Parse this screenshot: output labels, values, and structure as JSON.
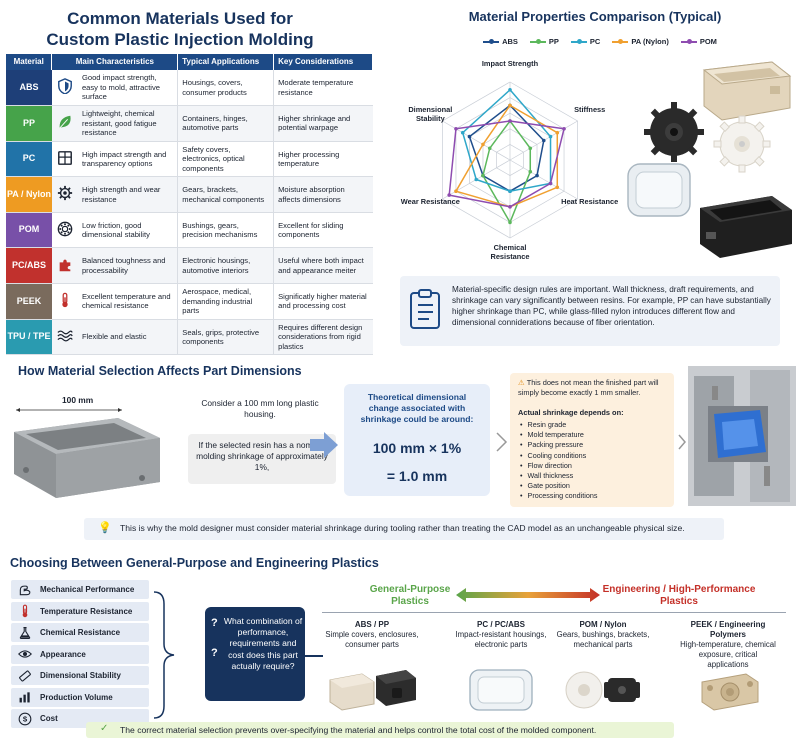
{
  "table": {
    "title_line1": "Common Materials Used for",
    "title_line2": "Custom Plastic Injection Molding",
    "headers": [
      "Material",
      "Main Characteristics",
      "Typical Applications",
      "Key Considerations"
    ],
    "rows": [
      {
        "material": "ABS",
        "color": "#1e3f78",
        "icon": "shield-icon",
        "characteristics": "Good impact strength, easy to mold, attractive surface",
        "applications": "Housings, covers, consumer products",
        "considerations": "Moderate temperature resistance"
      },
      {
        "material": "PP",
        "color": "#46a34a",
        "icon": "leaf-icon",
        "characteristics": "Lightweight, chemical resistant, good fatigue resistance",
        "applications": "Containers, hinges, automotive parts",
        "considerations": "Higher shrinkage and potential warpage"
      },
      {
        "material": "PC",
        "color": "#2173a8",
        "icon": "window-icon",
        "characteristics": "High impact strength and transparency options",
        "applications": "Safety covers, electronics, optical components",
        "considerations": "Higher processing temperature"
      },
      {
        "material": "PA / Nylon",
        "color": "#ee9b22",
        "icon": "gear-icon",
        "characteristics": "High strength and wear resistance",
        "applications": "Gears, brackets, mechanical components",
        "considerations": "Moisture absorption affects dimensions"
      },
      {
        "material": "POM",
        "color": "#7850a8",
        "icon": "bearing-icon",
        "characteristics": "Low friction, good dimensional stability",
        "applications": "Bushings, gears, precision mechanisms",
        "considerations": "Excellent for sliding components"
      },
      {
        "material": "PC/ABS",
        "color": "#c1312d",
        "icon": "puzzle-icon",
        "characteristics": "Balanced toughness and processability",
        "applications": "Electronic housings, automotive interiors",
        "considerations": "Useful where both impact and appearance meiter"
      },
      {
        "material": "PEEK",
        "color": "#7a6b5d",
        "icon": "thermometer-icon",
        "characteristics": "Excellent temperature and chemical resistance",
        "applications": "Aerospace, medical, demanding industrial parts",
        "considerations": "Significatly higher material and processing cost"
      },
      {
        "material": "TPU / TPE",
        "color": "#2a9bb0",
        "icon": "wave-icon",
        "characteristics": "Flexible and elastic",
        "applications": "Seals, grips, protective components",
        "considerations": "Requires different design considerations from rigid plastics"
      }
    ]
  },
  "chart_data": {
    "type": "radar",
    "title": "Material Properties Comparison (Typical)",
    "axes": [
      "Impact Strength",
      "Stiffness",
      "Heat Resistance",
      "Chemical Resistance",
      "Wear Resistance",
      "Dimensional Stability"
    ],
    "range": [
      0,
      10
    ],
    "series": [
      {
        "name": "ABS",
        "color": "#1f4e8c",
        "values": [
          7,
          5,
          4,
          4,
          4,
          6
        ]
      },
      {
        "name": "PP",
        "color": "#5cb85c",
        "values": [
          5,
          3,
          3,
          8,
          4,
          3
        ]
      },
      {
        "name": "PC",
        "color": "#2fa7c9",
        "values": [
          9,
          6,
          6,
          4,
          5,
          7
        ]
      },
      {
        "name": "PA (Nylon)",
        "color": "#f0a030",
        "values": [
          7,
          7,
          7,
          6,
          8,
          4
        ]
      },
      {
        "name": "POM",
        "color": "#8e4cb0",
        "values": [
          5,
          8,
          6,
          6,
          9,
          8
        ]
      }
    ]
  },
  "note": {
    "icon": "clipboard-icon",
    "text": "Material-specific design rules are important. Wall thickness, draft requirements, and shrinkage can vary significantly between resins. For example, PP can have substantially higher shrinkage than PC, while glass-filled nylon introduces different flow and dimensional conniderations because of fiber orientation."
  },
  "dimensions": {
    "title": "How Material Selection Affects Part Dimensions",
    "part_label": "100 mm",
    "consider": "Consider a 100 mm long plastic housing.",
    "if_text": "If the selected resin has a nominal molding shrinkage of approximately 1%,",
    "calc_question": "Theoretical dimensional change associated with shrinkage could be around:",
    "calc_line1": "100 mm × 1%",
    "calc_line2": "= 1.0 mm",
    "warning_title": "This does not mean the finished part will simply become exactly 1 mm smaller.",
    "warning_sub": "Actual shrinkage depends on:",
    "factors": [
      "Resin grade",
      "Mold temperature",
      "Packing pressure",
      "Cooling conditions",
      "Flow direction",
      "Wall thickness",
      "Gate position",
      "Processing conditions"
    ],
    "tip": "This is why the mold designer must consider material shrinkage during tooling rather than treating the CAD model as an unchangeable physical size."
  },
  "choosing": {
    "title": "Choosing Between General-Purpose and Engineering Plastics",
    "criteria": [
      {
        "label": "Mechanical Performance",
        "icon": "arm-icon"
      },
      {
        "label": "Temperature Resistance",
        "icon": "thermometer-icon"
      },
      {
        "label": "Chemical Resistance",
        "icon": "flask-icon"
      },
      {
        "label": "Appearance",
        "icon": "eye-icon"
      },
      {
        "label": "Dimensional Stability",
        "icon": "ruler-icon"
      },
      {
        "label": "Production Volume",
        "icon": "bar-chart-icon"
      },
      {
        "label": "Cost",
        "icon": "dollar-icon"
      }
    ],
    "question_mark": "?",
    "question": "What combination of performance, requirements and cost does this part actually require?",
    "general_label": "General-Purpose Plastics",
    "engineering_label": "Engineering / High-Performance Plastics",
    "categories": [
      {
        "name": "ABS / PP",
        "desc": "Simple covers, enclosures, consumer parts"
      },
      {
        "name": "PC / PC/ABS",
        "desc": "Impact-resistant housings, electronic parts"
      },
      {
        "name": "POM / Nylon",
        "desc": "Gears, bushings, brackets, mechanical parts"
      },
      {
        "name": "PEEK / Engineering Polymers",
        "desc": "High-temperature, chemical exposure, critical applications"
      }
    ],
    "footer": "The correct material selection prevents over-specifying the material and helps control the total cost of the molded component."
  }
}
